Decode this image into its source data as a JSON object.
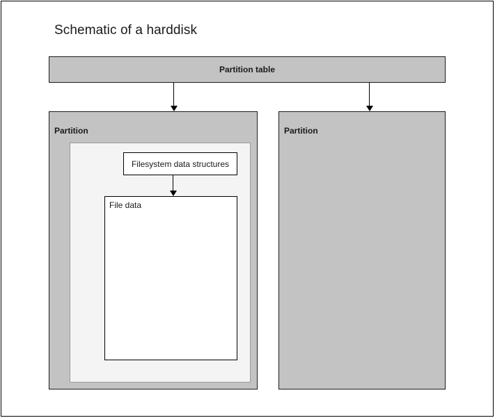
{
  "diagram": {
    "title": "Schematic of a harddisk",
    "partition_table": {
      "label": "Partition table"
    },
    "partitions": [
      {
        "label": "Partition",
        "filesystem_box": {
          "label": "Filesystem data structures"
        },
        "file_data_box": {
          "label": "File data"
        }
      },
      {
        "label": "Partition"
      }
    ],
    "colors": {
      "partition_fill": "#c3c3c3",
      "filesystem_area_fill": "#f4f4f4",
      "box_fill": "#ffffff",
      "stroke": "#000000",
      "text": "#1a1a1a"
    }
  }
}
